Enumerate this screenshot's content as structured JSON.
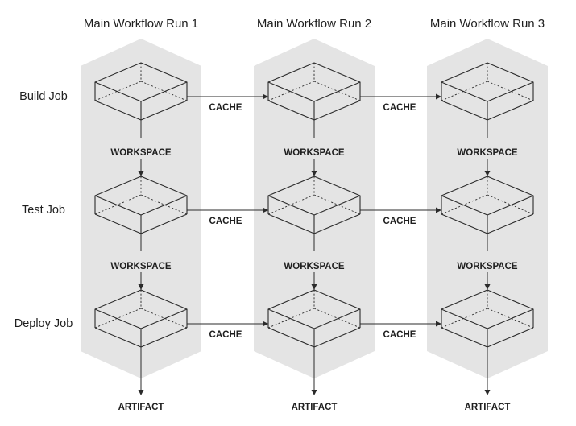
{
  "runs": [
    {
      "title": "Main Workflow Run 1",
      "artifact": "ARTIFACT"
    },
    {
      "title": "Main Workflow Run 2",
      "artifact": "ARTIFACT"
    },
    {
      "title": "Main Workflow Run 3",
      "artifact": "ARTIFACT"
    }
  ],
  "jobs": [
    {
      "label": "Build Job",
      "cache_label": "CACHE",
      "workspace_label": "WORKSPACE"
    },
    {
      "label": "Test Job",
      "cache_label": "CACHE",
      "workspace_label": "WORKSPACE"
    },
    {
      "label": "Deploy Job",
      "cache_label": "CACHE",
      "workspace_label": ""
    }
  ],
  "colors": {
    "panel": "#e4e4e4",
    "line": "#2b2b2b",
    "text": "#1f1f1f",
    "background": "#ffffff"
  },
  "icons": {
    "job": "isometric-box-icon"
  }
}
